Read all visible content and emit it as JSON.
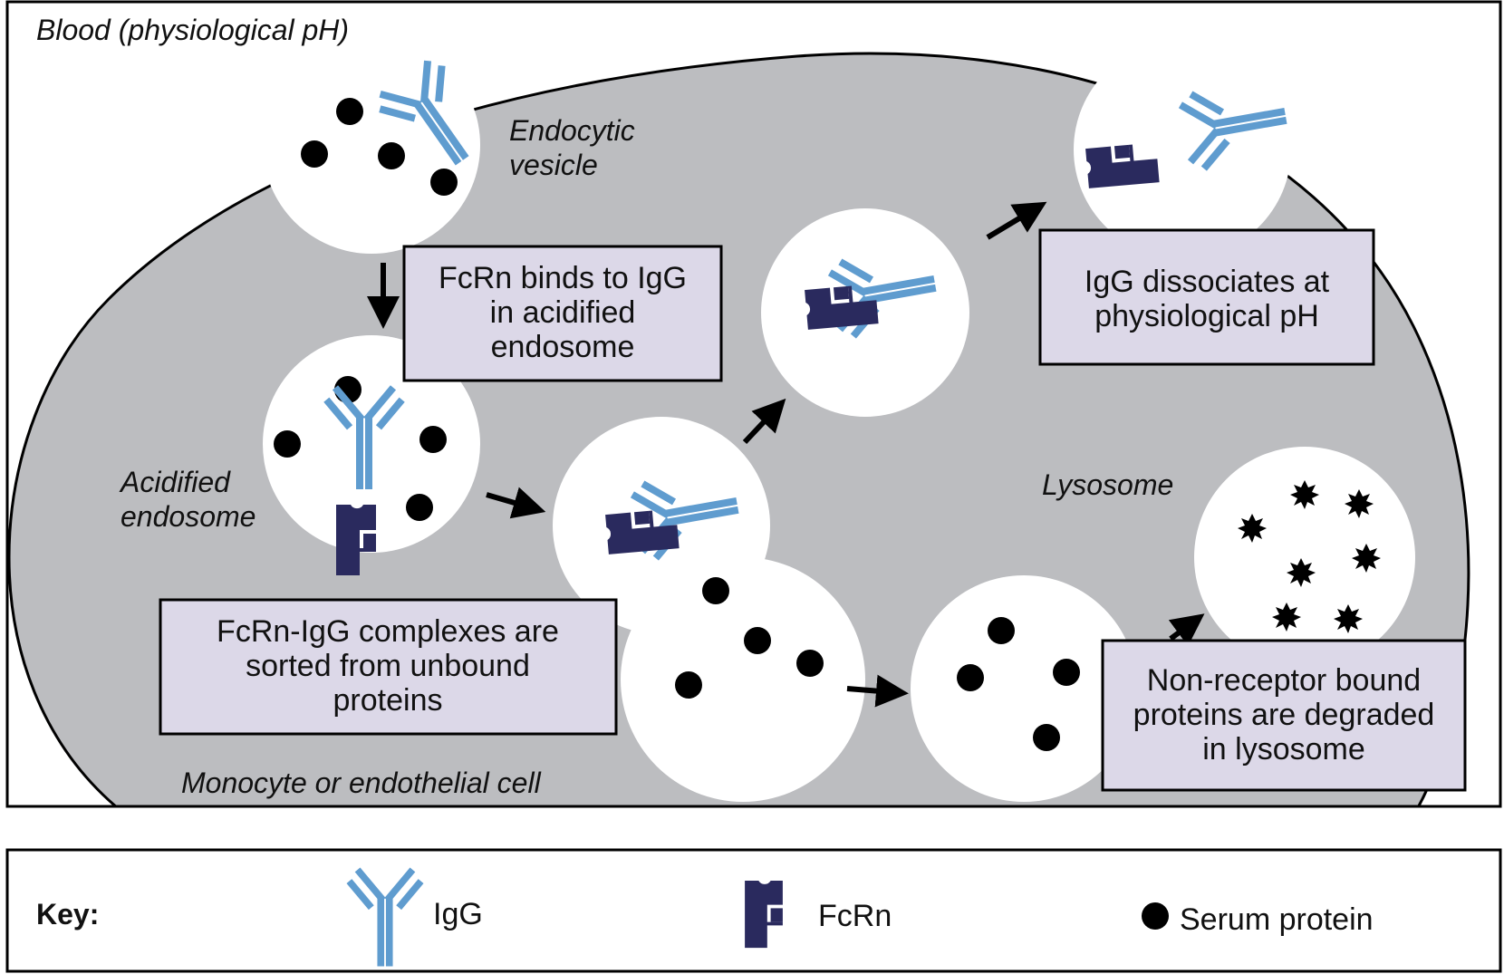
{
  "diagram": {
    "title_region": "Blood (physiological pH)",
    "cell_label": "Monocyte or endothelial cell",
    "labels": {
      "endocytic_vesicle": [
        "Endocytic",
        "vesicle"
      ],
      "acidified_endosome": [
        "Acidified",
        "endosome"
      ],
      "lysosome": "Lysosome"
    },
    "steps": [
      {
        "id": "binding",
        "lines": [
          "FcRn binds to IgG",
          "in acidified",
          "endosome"
        ]
      },
      {
        "id": "sorting",
        "lines": [
          "FcRn-IgG complexes are",
          "sorted from unbound",
          "proteins"
        ]
      },
      {
        "id": "dissociation",
        "lines": [
          "IgG dissociates at",
          "physiological pH"
        ]
      },
      {
        "id": "degradation",
        "lines": [
          "Non-receptor bound",
          "proteins are degraded",
          "in lysosome"
        ]
      }
    ],
    "key": {
      "title": "Key:",
      "items": [
        {
          "icon": "igg-icon",
          "label": "IgG"
        },
        {
          "icon": "fcrn-icon",
          "label": "FcRn"
        },
        {
          "icon": "serum-protein-icon",
          "label": "Serum protein"
        }
      ]
    },
    "colors": {
      "igg": "#5f9ccf",
      "fcrn": "#2a2a5e",
      "cell": "#bcbdc0",
      "box_fill": "#dcd8e8",
      "protein": "#000000"
    }
  }
}
